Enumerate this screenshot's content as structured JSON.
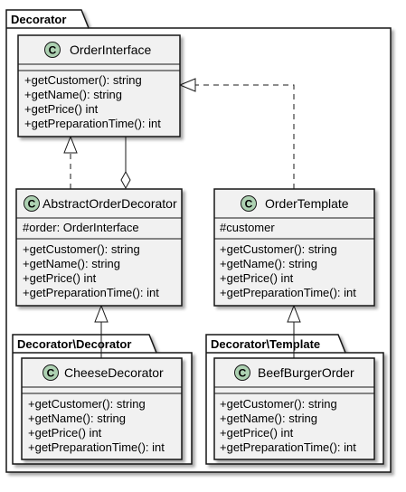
{
  "packages": {
    "root": "Decorator",
    "decorator_decorator": "Decorator\\Decorator",
    "decorator_template": "Decorator\\Template"
  },
  "classes": {
    "order_interface": {
      "stereotype": "C",
      "name": "OrderInterface",
      "fields": [],
      "methods": [
        "+getCustomer(): string",
        "+getName(): string",
        "+getPrice() int",
        "+getPreparationTime(): int"
      ]
    },
    "abstract_order_decorator": {
      "stereotype": "C",
      "name": "AbstractOrderDecorator",
      "fields": [
        "#order: OrderInterface"
      ],
      "methods": [
        "+getCustomer(): string",
        "+getName(): string",
        "+getPrice() int",
        "+getPreparationTime(): int"
      ]
    },
    "order_template": {
      "stereotype": "C",
      "name": "OrderTemplate",
      "fields": [
        "#customer"
      ],
      "methods": [
        "+getCustomer(): string",
        "+getName(): string",
        "+getPrice() int",
        "+getPreparationTime(): int"
      ]
    },
    "cheese_decorator": {
      "stereotype": "C",
      "name": "CheeseDecorator",
      "fields": [],
      "methods": [
        "+getCustomer(): string",
        "+getName(): string",
        "+getPrice() int",
        "+getPreparationTime(): int"
      ]
    },
    "beef_burger_order": {
      "stereotype": "C",
      "name": "BeefBurgerOrder",
      "fields": [],
      "methods": [
        "+getCustomer(): string",
        "+getName(): string",
        "+getPrice() int",
        "+getPreparationTime(): int"
      ]
    }
  },
  "colors": {
    "class_fill": "#f1f1f1",
    "class_border": "#181818",
    "stereotype_circle": "#add1b2",
    "package_fill": "#ffffff",
    "shadow": "#c8c8c8"
  }
}
